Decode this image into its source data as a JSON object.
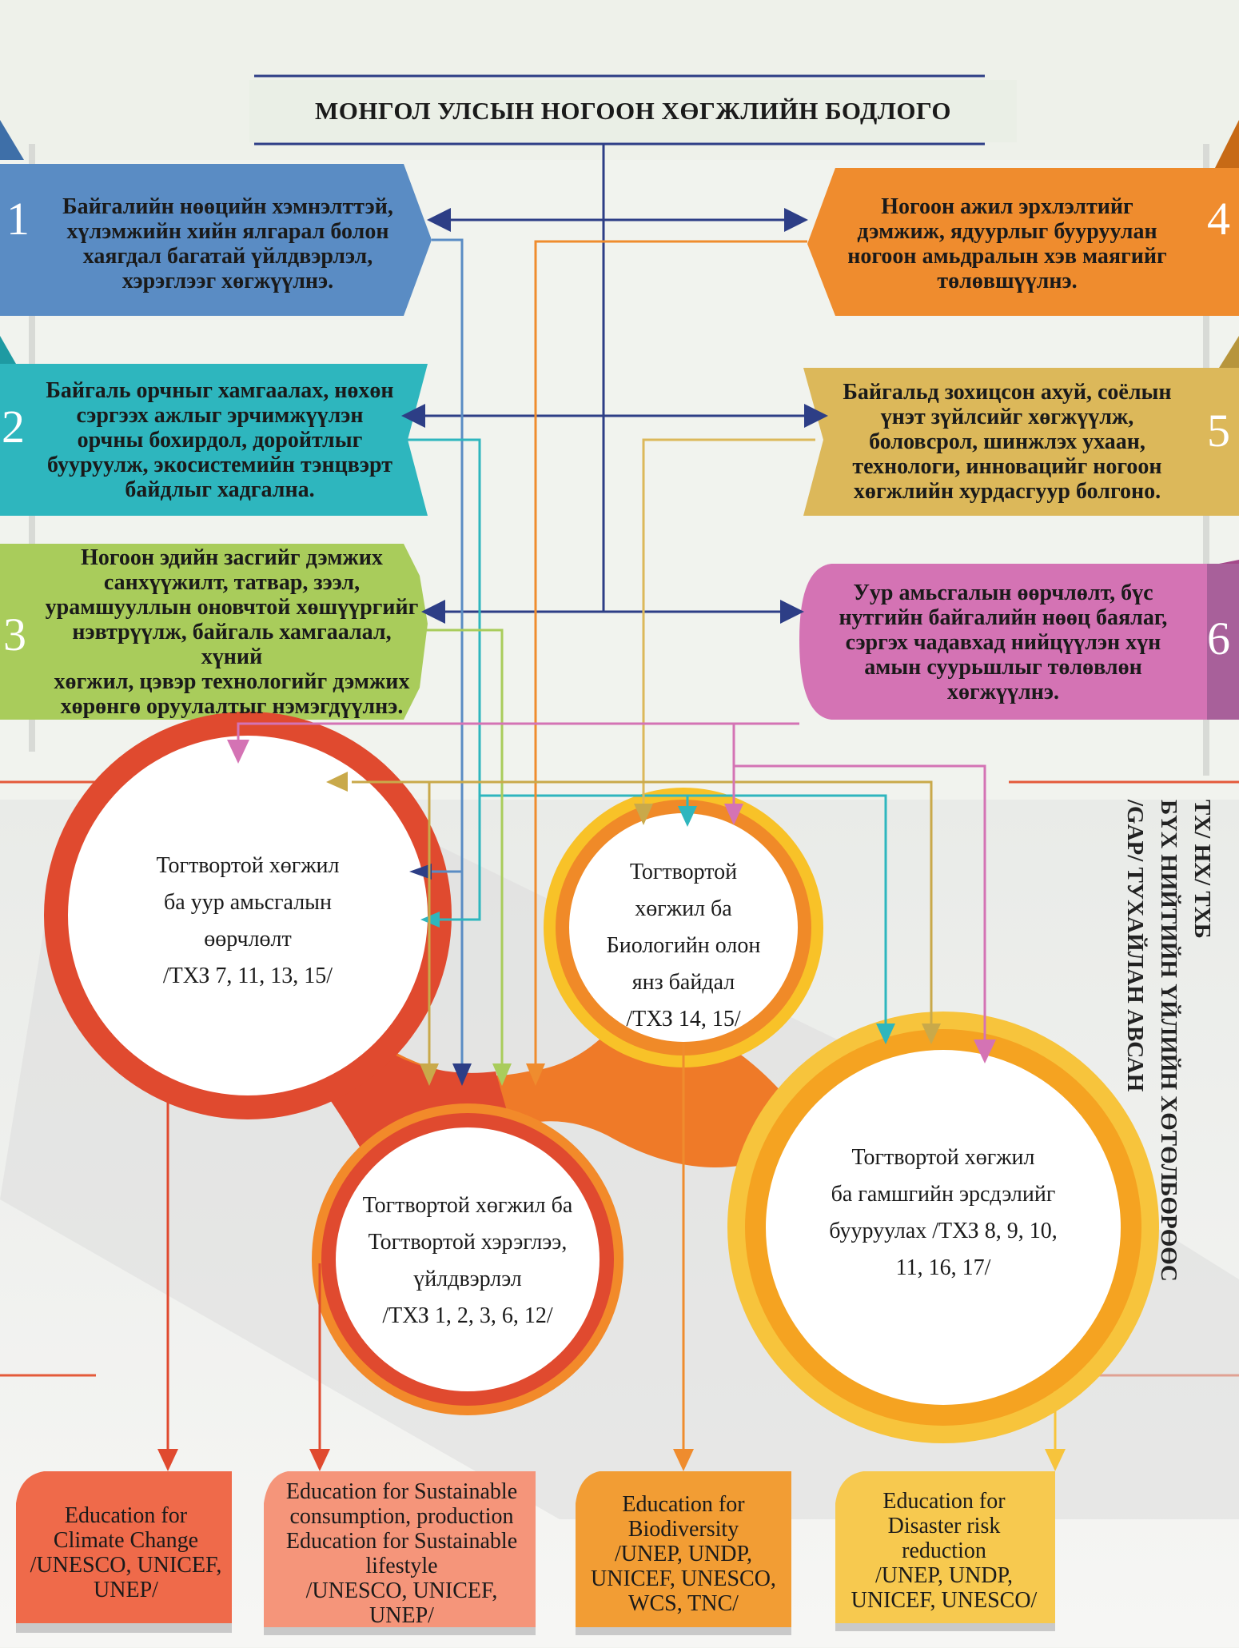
{
  "title": "МОНГОЛ УЛСЫН НОГООН ХӨГЖЛИЙН БОДЛОГО",
  "colors": {
    "blue": "#5a8cc4",
    "teal": "#2eb6be",
    "green": "#a9cc5b",
    "orange": "#ef8c2e",
    "gold": "#dcb85a",
    "purple": "#d473b4",
    "red": "#e04a2f",
    "amber": "#f5a321",
    "yellow": "#f7c43c"
  },
  "goals": [
    {
      "num": "1",
      "lines": [
        "Байгалийн нөөцийн хэмнэлттэй,",
        "хүлэмжийн хийн ялгарал болон",
        "хаягдал багатай үйлдвэрлэл,",
        "хэрэглээг хөгжүүлнэ."
      ]
    },
    {
      "num": "2",
      "lines": [
        "Байгаль орчныг хамгаалах, нөхөн",
        "сэргээх ажлыг эрчимжүүлэн",
        "орчны бохирдол, доройтлыг",
        "бууруулж, экосистемийн тэнцвэрт",
        "байдлыг хадгална."
      ]
    },
    {
      "num": "3",
      "lines": [
        "Ногоон эдийн засгийг дэмжих",
        "санхүүжилт, татвар, зээл,",
        "урамшууллын оновчтой хөшүүргийг",
        "нэвтрүүлж, байгаль хамгаалал, хүний",
        "хөгжил, цэвэр технологийг дэмжих",
        "хөрөнгө оруулалтыг нэмэгдүүлнэ."
      ]
    },
    {
      "num": "4",
      "lines": [
        "Ногоон ажил эрхлэлтийг",
        "дэмжиж, ядуурлыг бууруулан",
        "ногоон амьдралын хэв маягийг",
        "төлөвшүүлнэ."
      ]
    },
    {
      "num": "5",
      "lines": [
        "Байгальд зохицсон ахуй, соёлын",
        "үнэт зүйлсийг хөгжүүлж,",
        "боловсрол, шинжлэх ухаан,",
        "технологи, инновацийг ногоон",
        "хөгжлийн хурдасгуур болгоно."
      ]
    },
    {
      "num": "6",
      "lines": [
        "Уур амьсгалын өөрчлөлт, бүс",
        "нутгийн байгалийн нөөц баялаг,",
        "сэргэх чадавхад нийцүүлэн хүн",
        "амын суурьшлыг төлөвлөн",
        "хөгжүүлнэ."
      ]
    }
  ],
  "circles": [
    {
      "lines": [
        "Тогтвортой хөгжил",
        "ба  уур амьсгалын",
        "өөрчлөлт",
        "/ТХЗ 7, 11, 13, 15/"
      ]
    },
    {
      "lines": [
        "Тогтвортой",
        "хөгжил ба",
        "Биологийн олон",
        "янз байдал",
        "/ТХЗ 14, 15/"
      ]
    },
    {
      "lines": [
        "Тогтвортой хөгжил ба",
        "Тогтвортой хэрэглээ,",
        "үйлдвэрлэл",
        "/ТХЗ 1, 2, 3, 6, 12/"
      ]
    },
    {
      "lines": [
        "Тогтвортой хөгжил",
        "ба гамшгийн эрсдэлийг",
        "бууруулах /ТХЗ 8, 9, 10,",
        "11, 16, 17/"
      ]
    }
  ],
  "side_note": [
    "ТХ/ НХ/ ТХБ",
    "БҮХ НИЙТИЙН ҮЙЛИЙН ХӨТӨЛБӨРӨӨС",
    "/GAP/ ТУХАЙЛАН АВСАН"
  ],
  "education": [
    {
      "lines": [
        "Education for",
        "Climate Change",
        "/UNESCO, UNICEF,",
        "UNEP/"
      ]
    },
    {
      "lines": [
        "Education for Sustainable",
        "consumption, production",
        "Education for Sustainable",
        "lifestyle",
        "/UNESCO, UNICEF,",
        "UNEP/"
      ]
    },
    {
      "lines": [
        "Education for",
        "Biodiversity",
        "/UNEP, UNDP,",
        "UNICEF, UNESCO,",
        "WCS, TNC/"
      ]
    },
    {
      "lines": [
        "Education for",
        "Disaster risk",
        "reduction",
        "/UNEP, UNDP,",
        "UNICEF, UNESCO/"
      ]
    }
  ]
}
